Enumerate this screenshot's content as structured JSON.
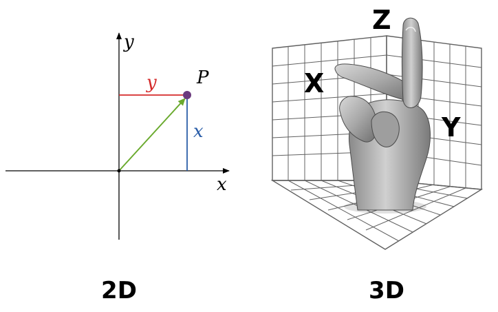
{
  "left_panel": {
    "caption": "2D",
    "axis_x_label": "x",
    "axis_y_label": "y",
    "point_label": "P",
    "horizontal_component_label": "y",
    "vertical_component_label": "x",
    "colors": {
      "axes": "#000000",
      "vector": "#6aaa2e",
      "horizontal_component": "#d42a2a",
      "vertical_component": "#2a5da8",
      "point": "#6b3a7e"
    }
  },
  "right_panel": {
    "caption": "3D",
    "label_x": "X",
    "label_y": "Y",
    "label_z": "Z",
    "illustration": "hand-right-hand-rule-icon",
    "colors": {
      "grid": "#555555",
      "hand": "#9a9a9a"
    }
  }
}
